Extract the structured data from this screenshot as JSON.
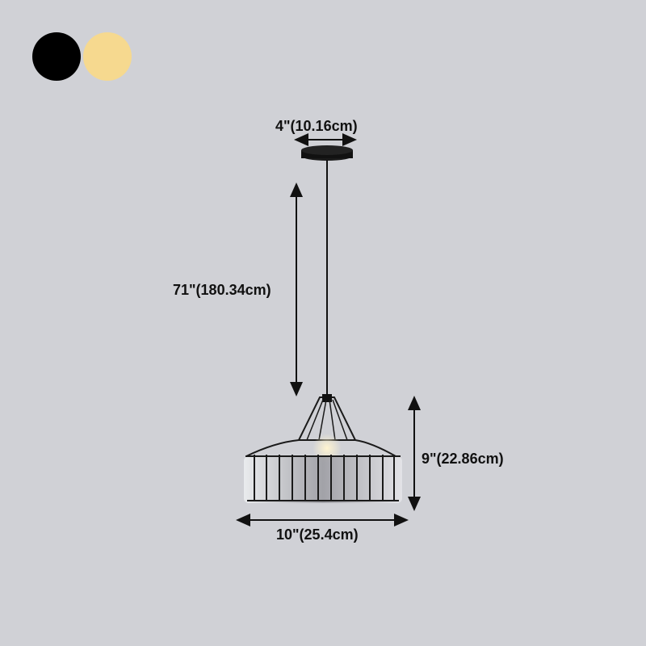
{
  "color_options": [
    {
      "name": "black",
      "color": "#000000"
    },
    {
      "name": "gold",
      "color": "#f6d98f"
    }
  ],
  "dimensions": {
    "canopy_width": "4\"(10.16cm)",
    "cord_length": "71\"(180.34cm)",
    "shade_height": "9\"(22.86cm)",
    "shade_width": "10\"(25.4cm)"
  },
  "colors": {
    "background": "#d0d1d6",
    "text": "#111111",
    "frame": "#1a1a1a"
  }
}
